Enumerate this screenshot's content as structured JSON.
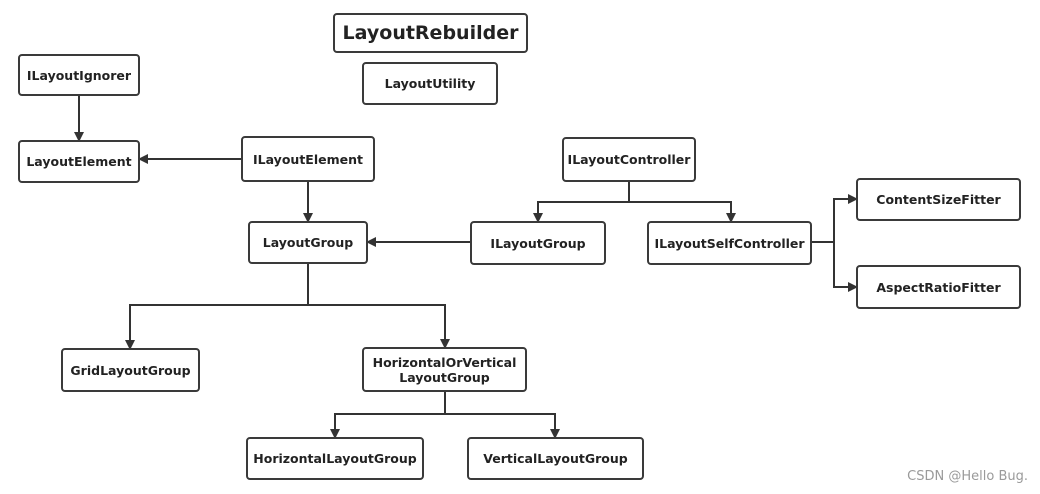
{
  "nodes": {
    "layout_rebuilder": "LayoutRebuilder",
    "layout_utility": "LayoutUtility",
    "ilayout_ignorer": "ILayoutIgnorer",
    "layout_element": "LayoutElement",
    "ilayout_element": "ILayoutElement",
    "ilayout_controller": "ILayoutController",
    "layout_group": "LayoutGroup",
    "ilayout_group": "ILayoutGroup",
    "ilayout_self_controller": "ILayoutSelfController",
    "content_size_fitter": "ContentSizeFitter",
    "aspect_ratio_fitter": "AspectRatioFitter",
    "grid_layout_group": "GridLayoutGroup",
    "horizontal_or_vertical_layout_group": "HorizontalOrVertical\nLayoutGroup",
    "horizontal_layout_group": "HorizontalLayoutGroup",
    "vertical_layout_group": "VerticalLayoutGroup"
  },
  "edges": [
    {
      "from": "ilayout_ignorer",
      "to": "layout_element"
    },
    {
      "from": "ilayout_element",
      "to": "layout_element"
    },
    {
      "from": "ilayout_element",
      "to": "layout_group"
    },
    {
      "from": "ilayout_group",
      "to": "layout_group"
    },
    {
      "from": "ilayout_controller",
      "to": "ilayout_group"
    },
    {
      "from": "ilayout_controller",
      "to": "ilayout_self_controller"
    },
    {
      "from": "ilayout_self_controller",
      "to": "content_size_fitter"
    },
    {
      "from": "ilayout_self_controller",
      "to": "aspect_ratio_fitter"
    },
    {
      "from": "layout_group",
      "to": "grid_layout_group"
    },
    {
      "from": "layout_group",
      "to": "horizontal_or_vertical_layout_group"
    },
    {
      "from": "horizontal_or_vertical_layout_group",
      "to": "horizontal_layout_group"
    },
    {
      "from": "horizontal_or_vertical_layout_group",
      "to": "vertical_layout_group"
    }
  ],
  "watermark": "CSDN @Hello Bug."
}
